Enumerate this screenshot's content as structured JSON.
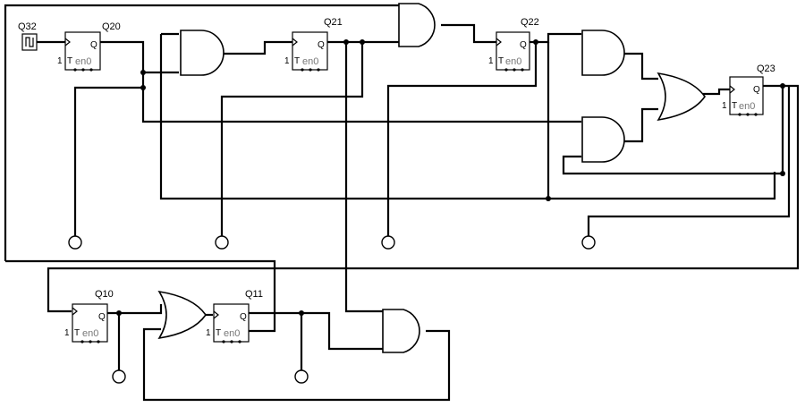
{
  "components": {
    "clock": {
      "label": "Q32"
    },
    "flipflops": [
      {
        "id": "ff20",
        "label": "Q20",
        "q_pin": "Q",
        "t_pin": "T",
        "en_pin": "en0",
        "one_pin": "1"
      },
      {
        "id": "ff21",
        "label": "Q21",
        "q_pin": "Q",
        "t_pin": "T",
        "en_pin": "en0",
        "one_pin": "1"
      },
      {
        "id": "ff22",
        "label": "Q22",
        "q_pin": "Q",
        "t_pin": "T",
        "en_pin": "en0",
        "one_pin": "1"
      },
      {
        "id": "ff23",
        "label": "Q23",
        "q_pin": "Q",
        "t_pin": "T",
        "en_pin": "en0",
        "one_pin": "1"
      },
      {
        "id": "ff10",
        "label": "Q10",
        "q_pin": "Q",
        "t_pin": "T",
        "en_pin": "en0",
        "one_pin": "1"
      },
      {
        "id": "ff11",
        "label": "Q11",
        "q_pin": "Q",
        "t_pin": "T",
        "en_pin": "en0",
        "one_pin": "1"
      }
    ]
  }
}
